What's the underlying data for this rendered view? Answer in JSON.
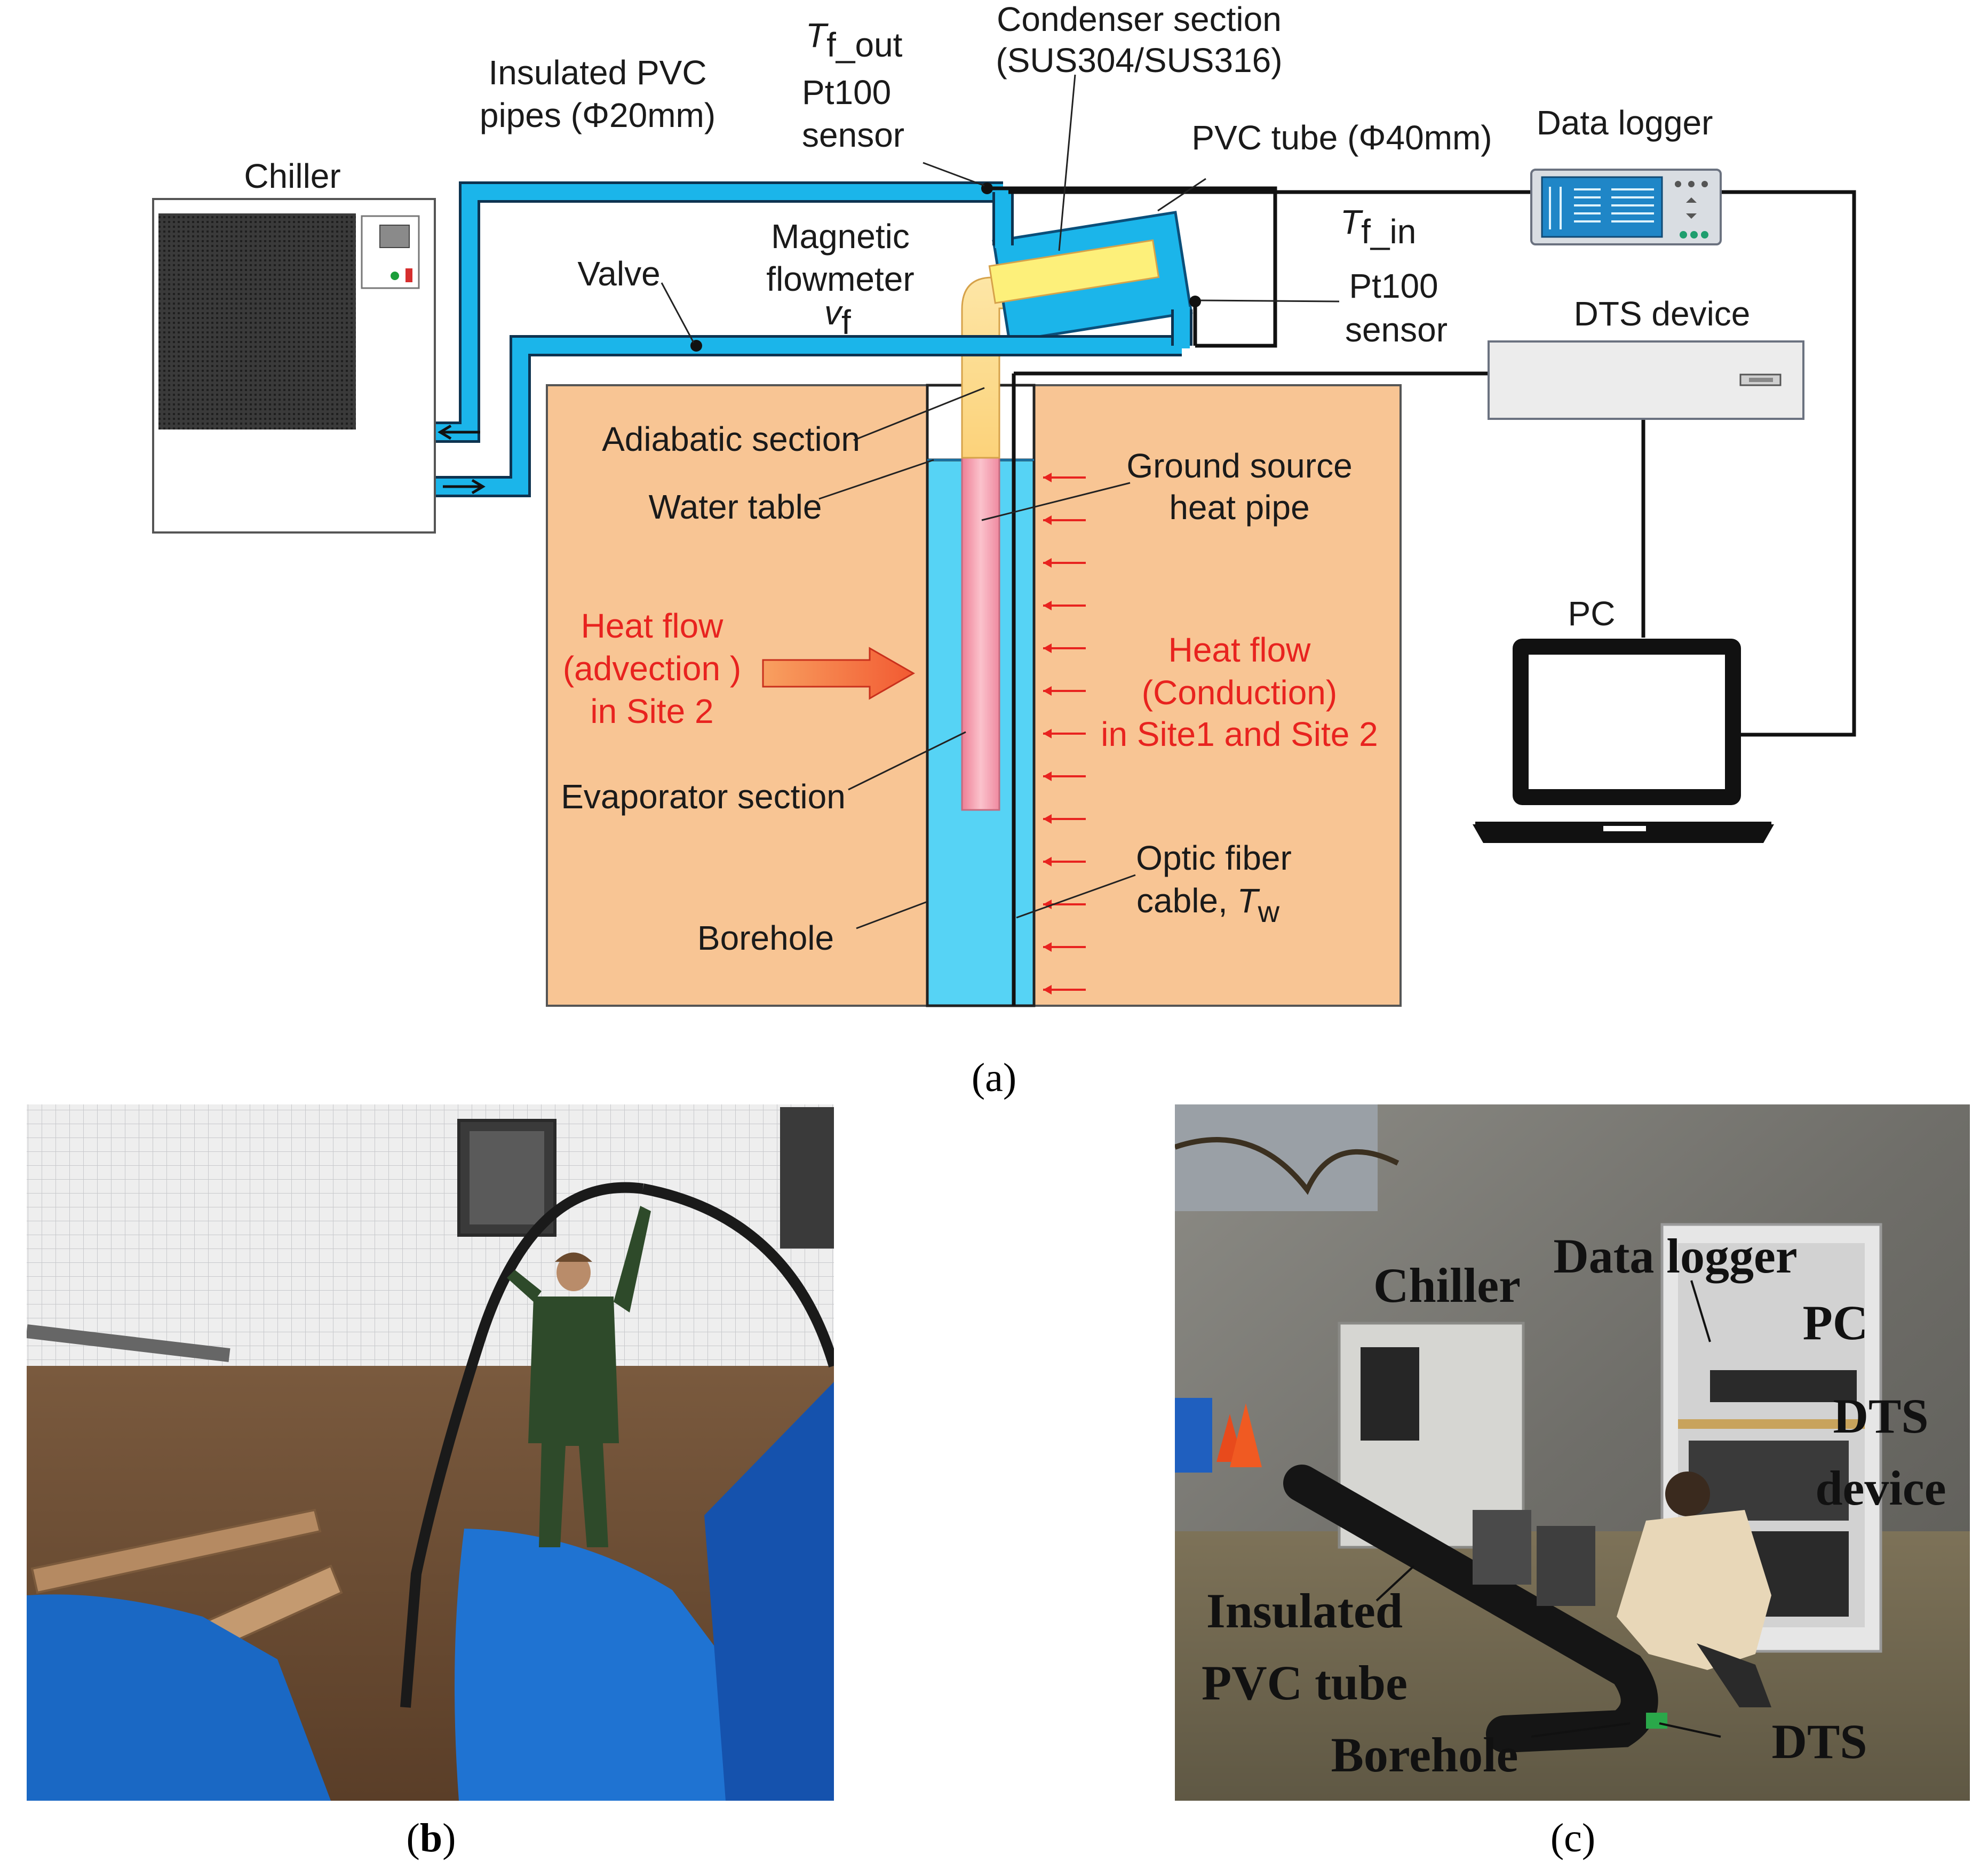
{
  "diagram_a": {
    "chiller": "Chiller",
    "insulated_pipes": [
      "Insulated PVC",
      "pipes (Φ20mm)"
    ],
    "tf_out": {
      "symbol": "T",
      "subscript": "f_out"
    },
    "pt100_top": [
      "Pt100",
      "sensor"
    ],
    "condenser": [
      "Condenser section",
      "(SUS304/SUS316)"
    ],
    "pvc_tube": "PVC tube (Φ40mm)",
    "data_logger": "Data logger",
    "valve": "Valve",
    "magnetic_flowmeter": [
      "Magnetic",
      "flowmeter"
    ],
    "vf": {
      "symbol": "v",
      "subscript": "f"
    },
    "tf_in": {
      "symbol": "T",
      "subscript": "f_in"
    },
    "pt100_bottom": [
      "Pt100",
      "sensor"
    ],
    "dts_device": "DTS device",
    "adiabatic_section": "Adiabatic section",
    "water_table": "Water table",
    "ground_source": [
      "Ground source",
      "heat pipe"
    ],
    "heat_flow_advection": [
      "Heat flow",
      "(advection )",
      "in Site 2"
    ],
    "heat_flow_conduction": [
      "Heat flow",
      "(Conduction)",
      "in Site1 and Site 2"
    ],
    "pc": "PC",
    "evaporator_section": "Evaporator section",
    "optic_fiber": {
      "line1": "Optic fiber",
      "line2": "cable, ",
      "symbol": "T",
      "subscript": "w"
    },
    "borehole": "Borehole"
  },
  "photo_c": {
    "chiller": "Chiller",
    "data_logger": "Data logger",
    "pc": "PC",
    "dts_device": [
      "DTS",
      "device"
    ],
    "insulated_tube": [
      "Insulated",
      "PVC tube"
    ],
    "borehole": "Borehole",
    "dts": "DTS"
  },
  "captions": {
    "a": "a",
    "b": "b",
    "c": "c"
  },
  "colors": {
    "soil": "#f8c594",
    "water": "#56d3f5",
    "pipe": "#1bb5ea",
    "heat_pipe_evaporator": "#f7a4b3",
    "heat_pipe_adiabatic": "#fddc8b",
    "heat_pipe_condenser": "#fdf07a",
    "heat_arrow": "#e8231f"
  }
}
